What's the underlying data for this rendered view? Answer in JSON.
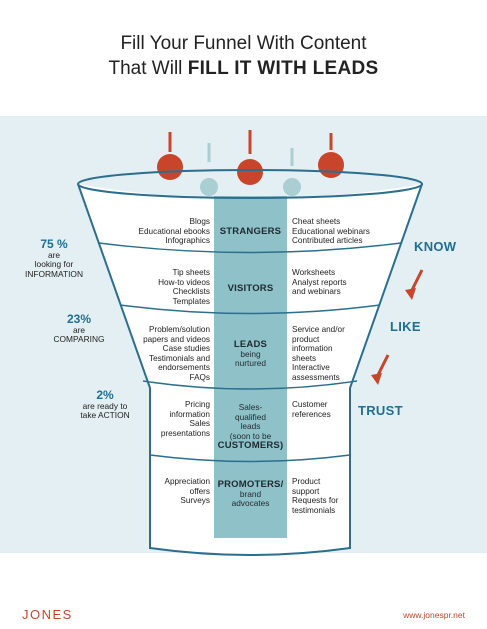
{
  "title": {
    "line1": "Fill Your Funnel With Content",
    "line2_prefix": "That Will ",
    "line2_bold": "FILL IT WITH LEADS"
  },
  "stages": [
    {
      "name": "STRANGERS",
      "sub": "",
      "left": [
        "Blogs",
        "Educational ebooks",
        "Infographics"
      ],
      "right": [
        "Cheat sheets",
        "Educational webinars",
        "Contributed articles"
      ]
    },
    {
      "name": "VISITORS",
      "sub": "",
      "left": [
        "Tip sheets",
        "How-to videos",
        "Checklists",
        "Templates"
      ],
      "right": [
        "Worksheets",
        "Analyst reports",
        "and webinars"
      ]
    },
    {
      "name": "LEADS",
      "sub": [
        "being",
        "nurtured"
      ],
      "left": [
        "Problem/solution",
        "papers and videos",
        "Case studies",
        "Testimonials and",
        "endorsements",
        "FAQs"
      ],
      "right": [
        "Service and/or",
        "product",
        "information",
        "sheets",
        "Interactive",
        "assessments"
      ]
    },
    {
      "name": "CUSTOMERS)",
      "pre": [
        "Sales-",
        "qualified",
        "leads",
        "(soon to be"
      ],
      "left": [
        "Pricing",
        "information",
        "Sales",
        "presentations"
      ],
      "right": [
        "Customer",
        "references"
      ]
    },
    {
      "name": "PROMOTERS/",
      "sub": [
        "brand",
        "advocates"
      ],
      "left": [
        "Appreciation",
        "offers",
        "Surveys"
      ],
      "right": [
        "Product",
        "support",
        "Requests for",
        "testimonials"
      ]
    }
  ],
  "stats": [
    {
      "num": "75 %",
      "lines": [
        "are",
        "looking for",
        "INFORMATION"
      ]
    },
    {
      "num": "23%",
      "lines": [
        "are",
        "COMPARING"
      ]
    },
    {
      "num": "2%",
      "lines": [
        "are ready to",
        "take ACTION"
      ]
    }
  ],
  "side_labels": [
    "KNOW",
    "LIKE",
    "TRUST"
  ],
  "footer": {
    "logo": "JONES",
    "url": "www.jonespr.net"
  },
  "colors": {
    "band": "#e3eff2",
    "accent_blue": "#1f6f94",
    "funnel_line": "#2b6e8e",
    "center_column": "#8fc1c8",
    "red": "#c8452c",
    "light_circle": "#a9cfd3"
  }
}
